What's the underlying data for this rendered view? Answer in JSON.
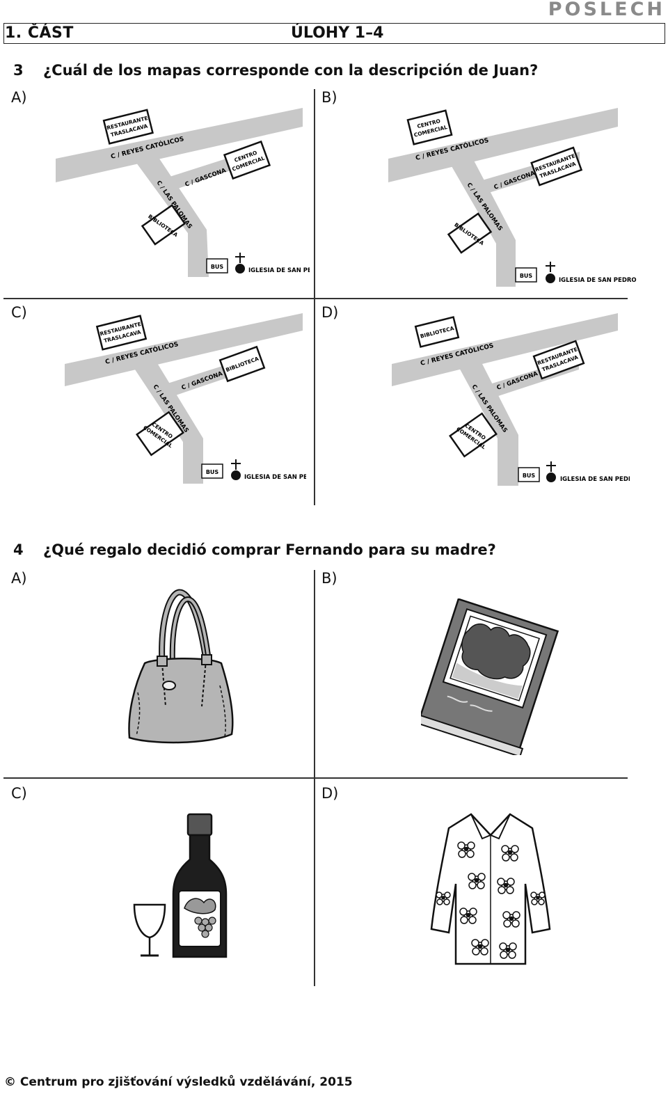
{
  "header": {
    "brand": "POSLECH",
    "part": "1. ČÁST",
    "tasks": "ÚLOHY 1–4"
  },
  "question3": {
    "number": "3",
    "text": "¿Cuál de los mapas corresponde con la descripción de Juan?",
    "options": [
      "A)",
      "B)",
      "C)",
      "D)"
    ],
    "map_labels": {
      "street_main": "C / REYES CATÓLICOS",
      "street_side": "C / GASCONA",
      "street_vertical": "C / LAS PALOMAS",
      "bus": "BUS",
      "church": "IGLESIA DE SAN PEDRO",
      "restaurant_line1": "RESTAURANTE",
      "restaurant_line2": "TRASLACAVA",
      "mall_line1": "CENTRO",
      "mall_line2": "COMERCIAL",
      "library": "BIBLIOTECA"
    }
  },
  "question4": {
    "number": "4",
    "text": "¿Qué regalo decidió comprar Fernando para su madre?",
    "options": [
      "A)",
      "B)",
      "C)",
      "D)"
    ]
  },
  "footer": {
    "copyright": "© Centrum pro zjišťování výsledků vzdělávání, 2015"
  }
}
